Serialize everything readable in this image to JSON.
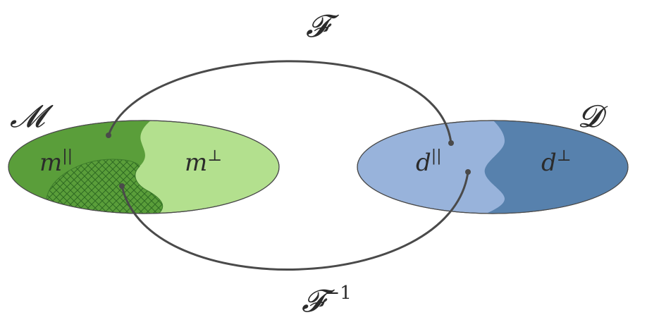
{
  "diagram": {
    "model_space": {
      "symbol": "𝓜",
      "parallel_base": "m",
      "parallel_sup": "||",
      "perp_base": "m",
      "perp_sup": "⊥"
    },
    "data_space": {
      "symbol": "𝓓",
      "parallel_base": "d",
      "parallel_sup": "||",
      "perp_base": "d",
      "perp_sup": "⊥"
    },
    "forward_map": {
      "label": "𝓕"
    },
    "inverse_map": {
      "label_base": "𝓕",
      "label_sup": "−1"
    },
    "colors": {
      "model_dark": "#5a9e3a",
      "model_light": "#b3e08e",
      "data_light": "#98b3db",
      "data_dark": "#5781ad",
      "stroke": "#4a4a4a"
    }
  }
}
